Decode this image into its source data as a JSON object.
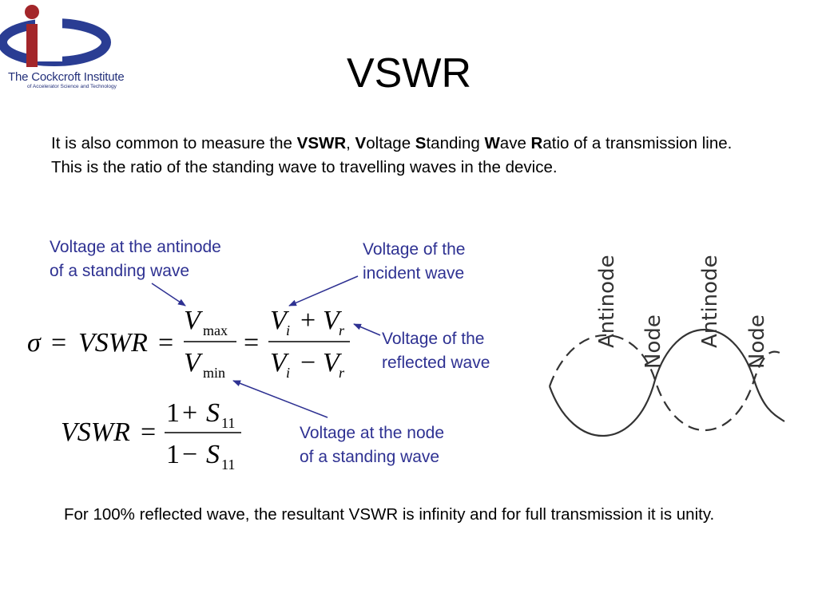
{
  "logo": {
    "name": "The Cockcroft Institute",
    "subtitle": "of Accelerator Science and Technology",
    "colors": {
      "red": "#a3262a",
      "blue": "#2a3d93"
    }
  },
  "slide": {
    "title": "VSWR"
  },
  "intro": {
    "p1": "It is also common to measure the ",
    "b1": "VSWR",
    "p2": ", ",
    "b2": "V",
    "p3": "oltage ",
    "b3": "S",
    "p4": "tanding ",
    "b4": "W",
    "p5": "ave ",
    "b5": "R",
    "p6": "atio of a transmission line. This is the ratio of the standing wave to travelling waves in the device."
  },
  "callouts": {
    "antinode": [
      "Voltage at the antinode",
      "of a standing wave"
    ],
    "incident": [
      "Voltage of the",
      "incident wave"
    ],
    "reflected": [
      "Voltage of the",
      "reflected wave"
    ],
    "node": [
      "Voltage at the node",
      "of a standing wave"
    ]
  },
  "equation1": {
    "sigma": "σ",
    "eq": "=",
    "vswr": "VSWR",
    "V": "V",
    "max": "max",
    "min": "min",
    "i": "i",
    "r": "r",
    "plus": "+",
    "minus": "−"
  },
  "equation2": {
    "vswr": "VSWR",
    "one": "1",
    "S": "S",
    "sub": "11",
    "plus": "+",
    "minus": "−"
  },
  "diagram": {
    "labels": [
      "Antinode",
      "Node",
      "Antinode",
      "Node"
    ]
  },
  "footer": "For 100% reflected wave, the resultant VSWR is infinity and for full transmission it is unity.",
  "colors": {
    "callout": "#2e3192",
    "text": "#000000"
  }
}
